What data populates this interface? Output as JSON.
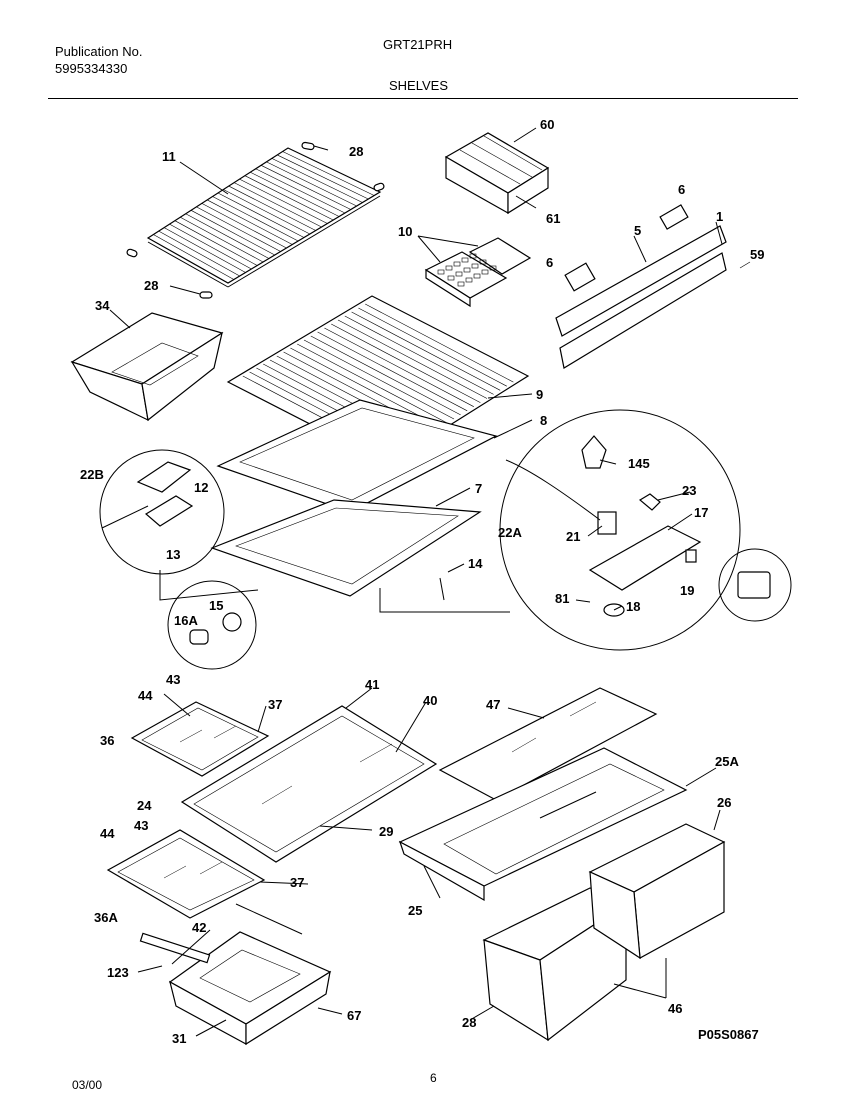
{
  "header": {
    "publication_label": "Publication No.",
    "publication_number": "5995334330",
    "model": "GRT21PRH",
    "section": "SHELVES"
  },
  "footer": {
    "date": "03/00",
    "page": "6"
  },
  "drawing_code": "P05S0867",
  "callouts": {
    "c60": "60",
    "c11": "11",
    "c28a": "28",
    "c28b": "28",
    "c61": "61",
    "c6a": "6",
    "c1": "1",
    "c10": "10",
    "c5": "5",
    "c6b": "6",
    "c59": "59",
    "c34": "34",
    "c9": "9",
    "c8": "8",
    "c22B": "22B",
    "c12": "12",
    "c13": "13",
    "c7": "7",
    "c145": "145",
    "c23": "23",
    "c17": "17",
    "c22A": "22A",
    "c21": "21",
    "c14": "14",
    "c19": "19",
    "c15": "15",
    "c16A": "16A",
    "c81": "81",
    "c18": "18",
    "c44a": "44",
    "c43a": "43",
    "c41": "41",
    "c40": "40",
    "c47": "47",
    "c37a": "37",
    "c36": "36",
    "c25A": "25A",
    "c24": "24",
    "c26": "26",
    "c29": "29",
    "c44b": "44",
    "c43b": "43",
    "c37b": "37",
    "c36A": "36A",
    "c25": "25",
    "c42": "42",
    "c123": "123",
    "c67": "67",
    "c46": "46",
    "c28c": "28",
    "c31": "31"
  }
}
